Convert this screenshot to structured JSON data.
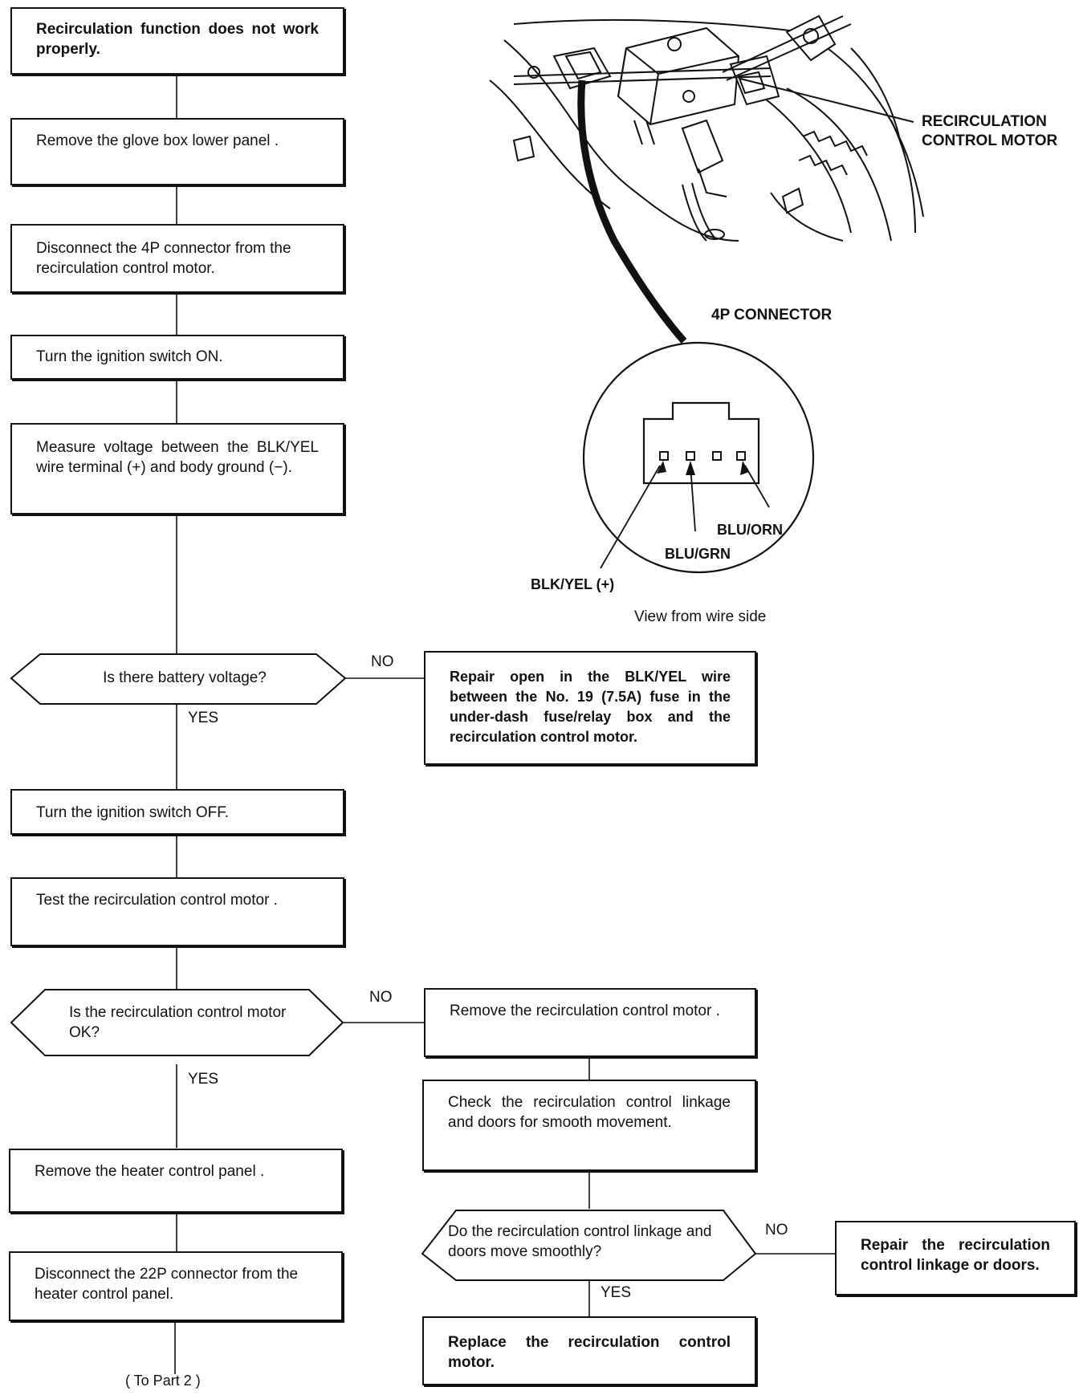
{
  "flowchart": {
    "steps": [
      "Recirculation function does not work properly.",
      "Remove the glove box lower panel .",
      "Disconnect the 4P connector from the recirculation control motor.",
      "Turn the ignition switch ON.",
      "Measure voltage between the BLK/YEL wire terminal (+) and body ground (−).",
      "Turn the ignition switch OFF.",
      "Test the recirculation control motor .",
      "Remove the heater control panel .",
      "Disconnect the 22P connector from the heater control panel."
    ],
    "decisions": [
      "Is there battery voltage?",
      "Is the recirculation control motor OK?",
      "Do the recirculation control linkage and doors move smoothly?"
    ],
    "side_actions": [
      "Repair open in the BLK/YEL wire between the No. 19 (7.5A) fuse in the under-dash fuse/relay box and the recirculation control motor.",
      "Remove the recirculation control motor .",
      "Check the recirculation control linkage and doors for smooth movement.",
      "Repair the recirculation control linkage or doors.",
      "Replace the recirculation control motor."
    ],
    "yes_label": "YES",
    "no_label": "NO",
    "continuation": "( To Part 2 )"
  },
  "illustration": {
    "component_label_line1": "RECIRCULATION",
    "component_label_line2": "CONTROL MOTOR",
    "connector_label": "4P CONNECTOR",
    "terminals": {
      "blk_yel": "BLK/YEL (+)",
      "blu_grn": "BLU/GRN",
      "blu_orn": "BLU/ORN"
    },
    "view_caption": "View from wire side"
  }
}
